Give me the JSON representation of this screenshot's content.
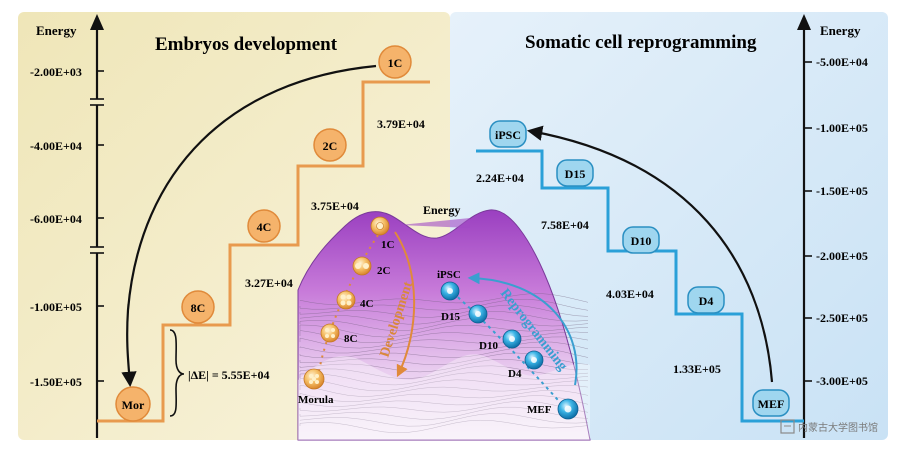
{
  "left_panel": {
    "title": "Embryos development",
    "axis_label": "Energy",
    "ticks": [
      "-2.00E+03",
      "-4.00E+04",
      "-6.00E+04",
      "-1.00E+05",
      "-1.50E+05"
    ],
    "stages": [
      "1C",
      "2C",
      "4C",
      "8C",
      "Mor"
    ],
    "gaps": [
      "3.79E+04",
      "3.75E+04",
      "3.27E+04"
    ],
    "delta_label": "|ΔE| = 5.55E+04"
  },
  "right_panel": {
    "title": "Somatic cell reprogramming",
    "axis_label": "Energy",
    "ticks": [
      "-5.00E+04",
      "-1.00E+05",
      "-1.50E+05",
      "-2.00E+05",
      "-2.50E+05",
      "-3.00E+05"
    ],
    "stages": [
      "iPSC",
      "D15",
      "D10",
      "D4",
      "MEF"
    ],
    "gaps": [
      "2.24E+04",
      "7.58E+04",
      "4.03E+04",
      "1.33E+05"
    ]
  },
  "landscape": {
    "energy_label": "Energy",
    "left_path": [
      "1C",
      "2C",
      "4C",
      "8C",
      "Morula"
    ],
    "right_path": [
      "iPSC",
      "D15",
      "D10",
      "D4",
      "MEF"
    ],
    "development_label": "Development",
    "reprogramming_label": "Reprogramming"
  },
  "watermark": "内蒙古大学图书馆",
  "colors": {
    "left_bg": "#f3ecc6",
    "right_bg": "#d6e9f7",
    "orange_line": "#e89a4e",
    "orange_node": "#f5b36b",
    "blue_line": "#2aa0d8",
    "blue_node": "#9fd6ef",
    "purple": "#a24bc4",
    "development_text": "#d9883c",
    "reprogramming_text": "#3a9fd0"
  }
}
